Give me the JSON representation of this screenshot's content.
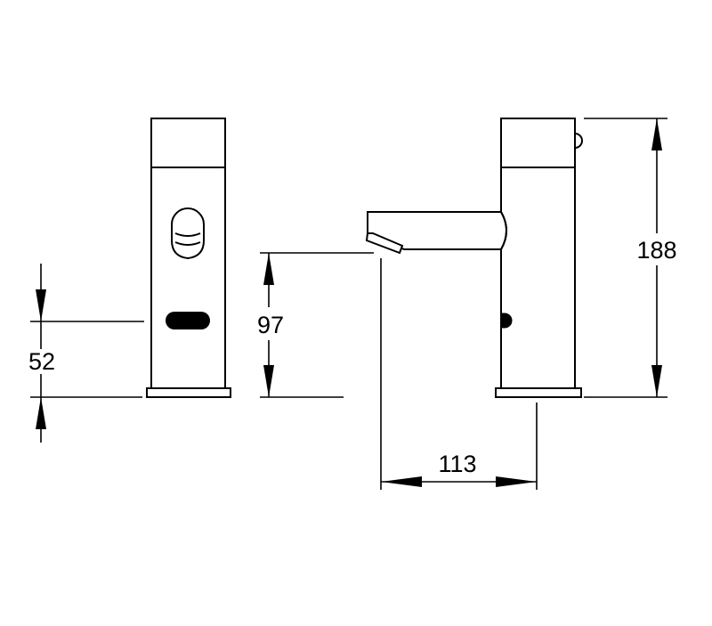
{
  "dimensions": {
    "sensor_height": "52",
    "spout_height": "97",
    "total_height": "188",
    "spout_reach": "113"
  }
}
